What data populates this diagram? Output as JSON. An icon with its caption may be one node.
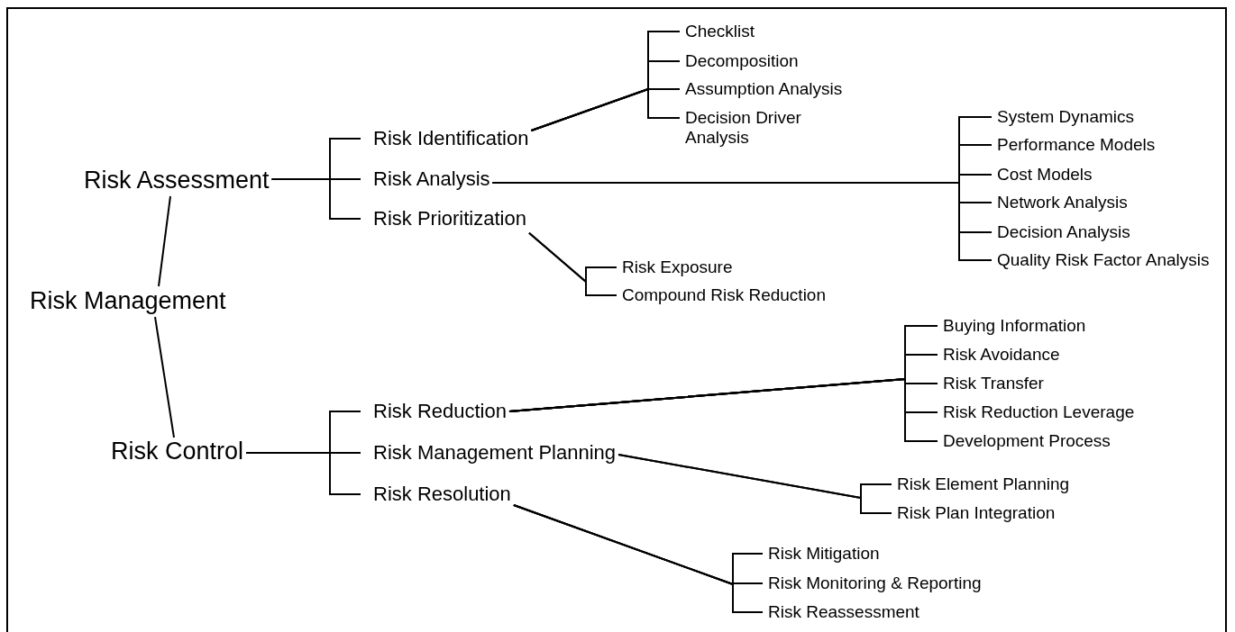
{
  "diagram": {
    "nodes": [
      {
        "text": [
          "Risk Management"
        ]
      },
      {
        "text": [
          "Risk Assessment"
        ]
      },
      {
        "text": [
          "Risk Identification"
        ]
      },
      {
        "text": [
          "Checklist"
        ]
      },
      {
        "text": [
          "Decomposition"
        ]
      },
      {
        "text": [
          "Assumption Analysis"
        ]
      },
      {
        "text": [
          "Decision Driver Analysis"
        ]
      },
      {
        "text": [
          "Risk Analysis"
        ]
      },
      {
        "text": [
          "System Dynamics"
        ]
      },
      {
        "text": [
          "Performance Models"
        ]
      },
      {
        "text": [
          "Cost Models"
        ]
      },
      {
        "text": [
          "Network Analysis"
        ]
      },
      {
        "text": [
          "Decision Analysis"
        ]
      },
      {
        "text": [
          "Quality Risk Factor Analysis"
        ]
      },
      {
        "text": [
          "Risk Prioritization"
        ]
      },
      {
        "text": [
          "Risk Exposure"
        ]
      },
      {
        "text": [
          "Compound Risk Reduction"
        ]
      },
      {
        "text": [
          "Risk Control"
        ]
      },
      {
        "text": [
          "Risk Reduction"
        ]
      },
      {
        "text": [
          "Buying Information"
        ]
      },
      {
        "text": [
          "Risk Avoidance"
        ]
      },
      {
        "text": [
          "Risk Transfer"
        ]
      },
      {
        "text": [
          "Risk Reduction Leverage"
        ]
      },
      {
        "text": [
          "Development Process"
        ]
      },
      {
        "text": [
          "Risk Management Planning"
        ]
      },
      {
        "text": [
          "Risk Element Planning"
        ]
      },
      {
        "text": [
          "Risk Plan Integration"
        ]
      },
      {
        "text": [
          "Risk Resolution"
        ]
      },
      {
        "text": [
          "Risk Mitigation"
        ]
      },
      {
        "text": [
          "Risk Monitoring & Reporting"
        ]
      },
      {
        "text": [
          "Risk Reassessment"
        ]
      }
    ],
    "edges": [
      {
        "from": 0,
        "to": 1,
        "arrow": "none"
      },
      {
        "from": 0,
        "to": 17,
        "arrow": "none"
      },
      {
        "from": 1,
        "to": 2,
        "arrow": "none"
      },
      {
        "from": 1,
        "to": 7,
        "arrow": "none"
      },
      {
        "from": 1,
        "to": 14,
        "arrow": "none"
      },
      {
        "from": 2,
        "to": 3,
        "arrow": "none"
      },
      {
        "from": 2,
        "to": 4,
        "arrow": "none"
      },
      {
        "from": 2,
        "to": 5,
        "arrow": "none"
      },
      {
        "from": 2,
        "to": 6,
        "arrow": "none"
      },
      {
        "from": 7,
        "to": 8,
        "arrow": "none"
      },
      {
        "from": 7,
        "to": 9,
        "arrow": "none"
      },
      {
        "from": 7,
        "to": 10,
        "arrow": "none"
      },
      {
        "from": 7,
        "to": 11,
        "arrow": "none"
      },
      {
        "from": 7,
        "to": 12,
        "arrow": "none"
      },
      {
        "from": 7,
        "to": 13,
        "arrow": "none"
      },
      {
        "from": 14,
        "to": 15,
        "arrow": "none"
      },
      {
        "from": 14,
        "to": 16,
        "arrow": "none"
      },
      {
        "from": 17,
        "to": 18,
        "arrow": "none"
      },
      {
        "from": 17,
        "to": 24,
        "arrow": "none"
      },
      {
        "from": 17,
        "to": 27,
        "arrow": "none"
      },
      {
        "from": 18,
        "to": 19,
        "arrow": "none"
      },
      {
        "from": 18,
        "to": 20,
        "arrow": "none"
      },
      {
        "from": 18,
        "to": 21,
        "arrow": "none"
      },
      {
        "from": 18,
        "to": 22,
        "arrow": "none"
      },
      {
        "from": 18,
        "to": 23,
        "arrow": "none"
      },
      {
        "from": 24,
        "to": 25,
        "arrow": "none"
      },
      {
        "from": 24,
        "to": 26,
        "arrow": "none"
      },
      {
        "from": 27,
        "to": 28,
        "arrow": "none"
      },
      {
        "from": 27,
        "to": 29,
        "arrow": "none"
      },
      {
        "from": 27,
        "to": 30,
        "arrow": "none"
      }
    ]
  }
}
